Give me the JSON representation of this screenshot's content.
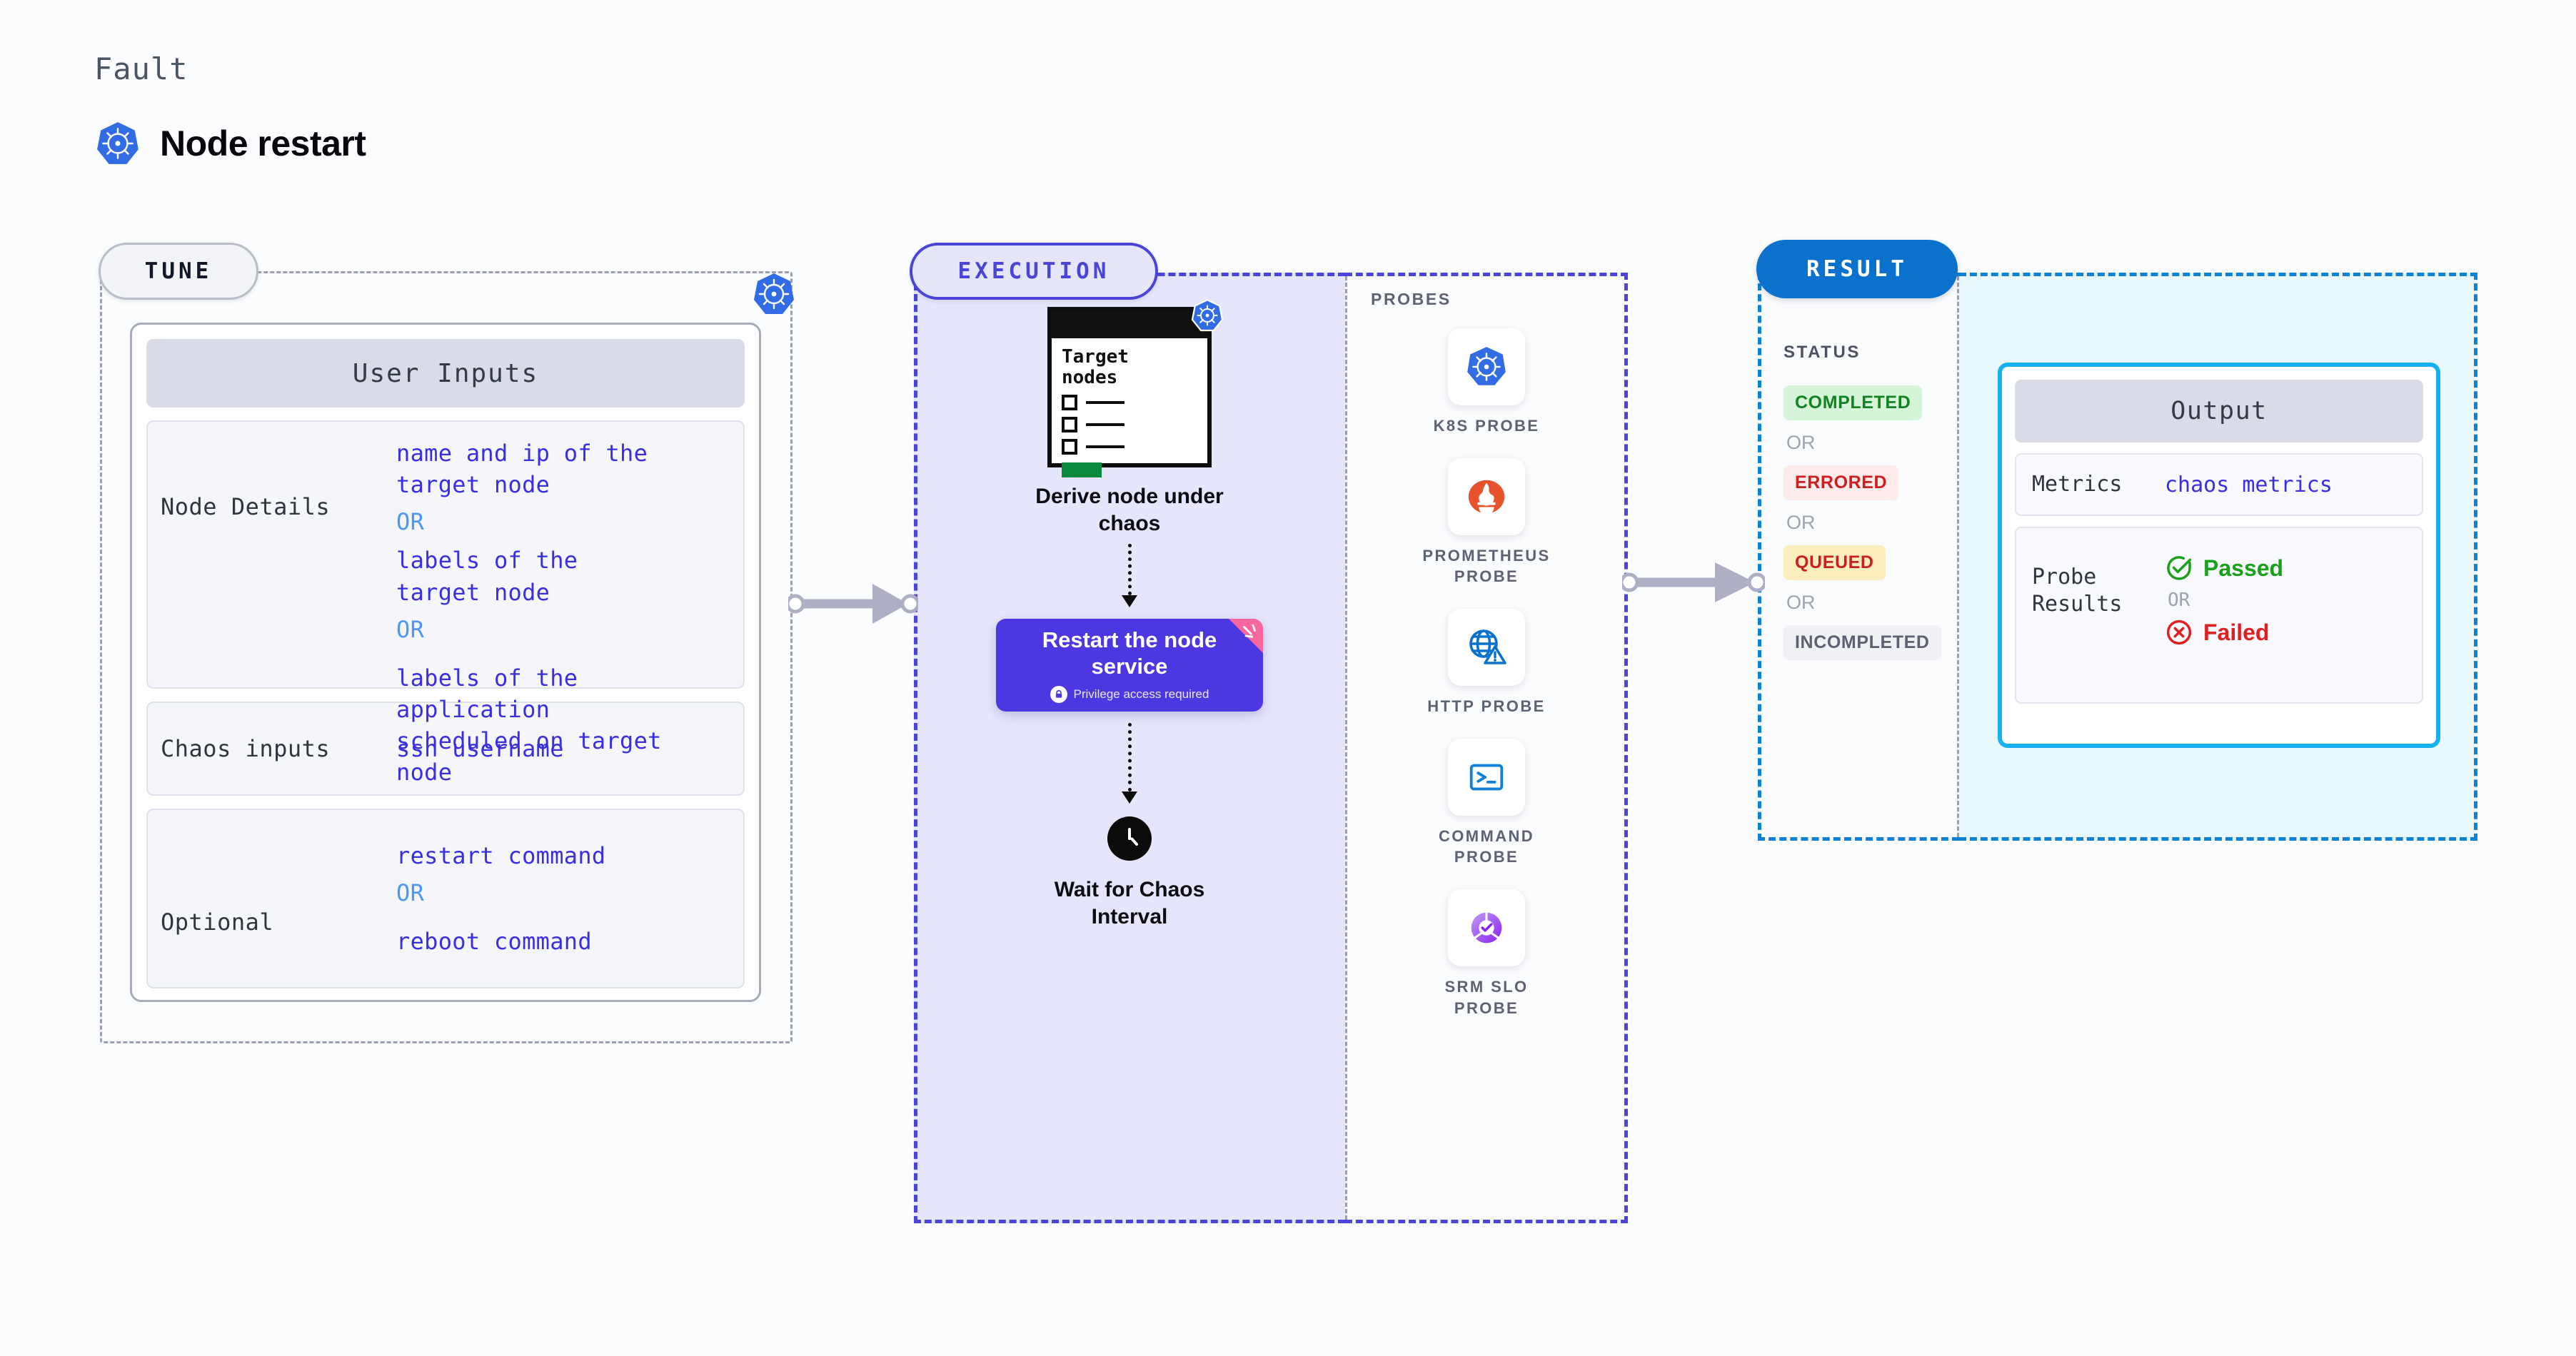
{
  "header": {
    "eyebrow": "Fault",
    "title": "Node restart",
    "icon": "kubernetes-icon"
  },
  "stages": {
    "tune": {
      "label": "TUNE"
    },
    "execution": {
      "label": "EXECUTION"
    },
    "result": {
      "label": "RESULT"
    }
  },
  "tune": {
    "card_title": "User Inputs",
    "rows": [
      {
        "label": "Node Details",
        "values": [
          "name and ip of the target node",
          "labels of the target node",
          "labels of the application scheduled on target node"
        ],
        "separators": [
          "OR",
          "OR"
        ]
      },
      {
        "label": "Chaos inputs",
        "values": [
          "ssh username"
        ],
        "separators": []
      },
      {
        "label": "Optional",
        "values": [
          "restart command",
          "reboot command"
        ],
        "separators": [
          "OR"
        ]
      }
    ],
    "v_node_name_ip_1": "name and ip of the",
    "v_node_name_ip_2": "target node",
    "or_1": "OR",
    "v_node_labels_1": "labels of the",
    "v_node_labels_2": "target node",
    "or_2": "OR",
    "v_app_labels_1": "labels of the application",
    "v_app_labels_2": " scheduled on target node",
    "v_ssh": "ssh username",
    "v_restart": "restart command",
    "or_3": "OR",
    "v_reboot": "reboot command",
    "label_node_details": "Node Details",
    "label_chaos_inputs": "Chaos inputs",
    "label_optional": "Optional"
  },
  "execution": {
    "node_card": {
      "title_line1": "Target",
      "title_line2": "nodes",
      "icon": "kubernetes-icon",
      "checkbox_count": 3
    },
    "step1_caption_line1": "Derive node under",
    "step1_caption_line2": "chaos",
    "step2": {
      "title_line1": "Restart the node",
      "title_line2": "service",
      "subtitle": "Privilege access required",
      "icon": "lock-icon",
      "ribbon_icon": "chaos-ribbon-icon",
      "color": "#4b38e0"
    },
    "step3_caption_line1": "Wait for Chaos",
    "step3_caption_line2": "Interval",
    "step3_icon": "clock-icon"
  },
  "probes": {
    "section_label": "PROBES",
    "items": [
      {
        "name": "K8S PROBE",
        "icon": "kubernetes-icon"
      },
      {
        "name": "PROMETHEUS PROBE",
        "icon": "prometheus-icon"
      },
      {
        "name": "HTTP PROBE",
        "icon": "globe-alert-icon"
      },
      {
        "name": "COMMAND PROBE",
        "icon": "terminal-icon"
      },
      {
        "name": "SRM SLO PROBE",
        "icon": "srm-slo-icon"
      }
    ],
    "name_0_l1": "K8S  PROBE",
    "name_1_l1": "PROMETHEUS",
    "name_1_l2": "PROBE",
    "name_2_l1": "HTTP  PROBE",
    "name_3_l1": "COMMAND",
    "name_3_l2": "PROBE",
    "name_4_l1": "SRM  SLO",
    "name_4_l2": "PROBE"
  },
  "result": {
    "status_label": "STATUS",
    "statuses": [
      {
        "text": "COMPLETED",
        "bg": "#d6f5d8",
        "fg": "#138322"
      },
      {
        "text": "ERRORED",
        "bg": "#fdeaea",
        "fg": "#cc2020"
      },
      {
        "text": "QUEUED",
        "bg": "#fcedbf",
        "fg": "#cc2020"
      },
      {
        "text": "INCOMPLETED",
        "bg": "#eff1f5",
        "fg": "#5b6271"
      }
    ],
    "status_completed": "COMPLETED",
    "status_errored": "ERRORED",
    "status_queued": "QUEUED",
    "status_incompleted": "INCOMPLETED",
    "or_a": "OR",
    "or_b": "OR",
    "or_c": "OR",
    "output": {
      "card_title": "Output",
      "metrics_label": "Metrics",
      "metrics_value": "chaos metrics",
      "probe_label_l1": "Probe",
      "probe_label_l2": "Results",
      "passed": "Passed",
      "failed": "Failed",
      "or": "OR",
      "passed_icon": "check-circle-icon",
      "failed_icon": "x-circle-icon"
    }
  },
  "colors": {
    "accent_execution": "#4b44d8",
    "accent_result": "#0a72cd",
    "accent_output": "#17b1ef",
    "link": "#3a2fe0",
    "or": "#4f97f3"
  }
}
